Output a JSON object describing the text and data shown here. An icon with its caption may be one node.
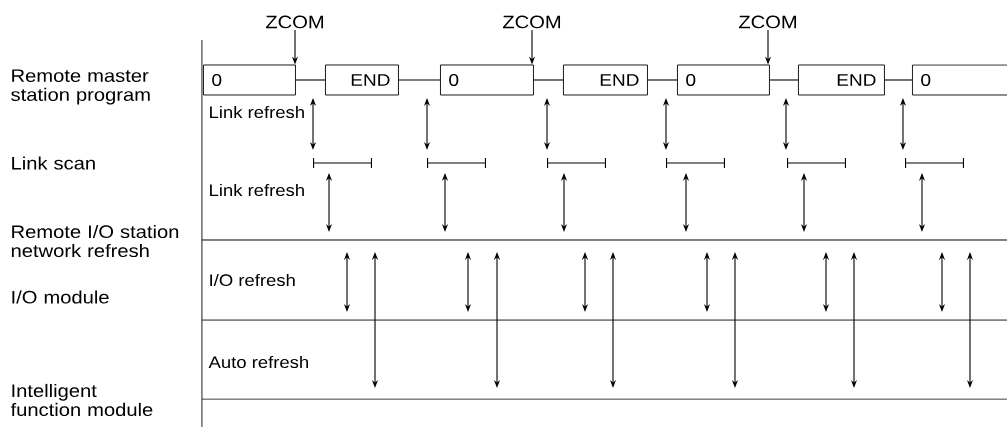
{
  "diagram": {
    "nodes": [
      {
        "text": [
          "ZCOM"
        ]
      },
      {
        "text": [
          "ZCOM"
        ]
      },
      {
        "text": [
          "ZCOM"
        ]
      },
      {
        "text": [
          "0"
        ]
      },
      {
        "text": [
          "END"
        ]
      },
      {
        "text": [
          "0"
        ]
      },
      {
        "text": [
          "END"
        ]
      },
      {
        "text": [
          "0"
        ]
      },
      {
        "text": [
          "END"
        ]
      },
      {
        "text": [
          "0"
        ]
      }
    ],
    "edges": [
      {
        "from": 0,
        "to": 3,
        "arrow": "to"
      },
      {
        "from": 1,
        "to": 5,
        "arrow": "to"
      },
      {
        "from": 2,
        "to": 7,
        "arrow": "to"
      },
      {
        "from": 3,
        "to": 4,
        "arrow": "none"
      },
      {
        "from": 4,
        "to": 5,
        "arrow": "none"
      },
      {
        "from": 5,
        "to": 6,
        "arrow": "none"
      },
      {
        "from": 6,
        "to": 7,
        "arrow": "none"
      },
      {
        "from": 7,
        "to": 8,
        "arrow": "none"
      },
      {
        "from": 8,
        "to": 9,
        "arrow": "none"
      }
    ],
    "labels": [
      "Remote master station program",
      "Link refresh",
      "Link scan",
      "Link refresh",
      "Remote I/O station network refresh",
      "I/O refresh",
      "I/O module",
      "Auto refresh",
      "Intelligent function module"
    ]
  }
}
